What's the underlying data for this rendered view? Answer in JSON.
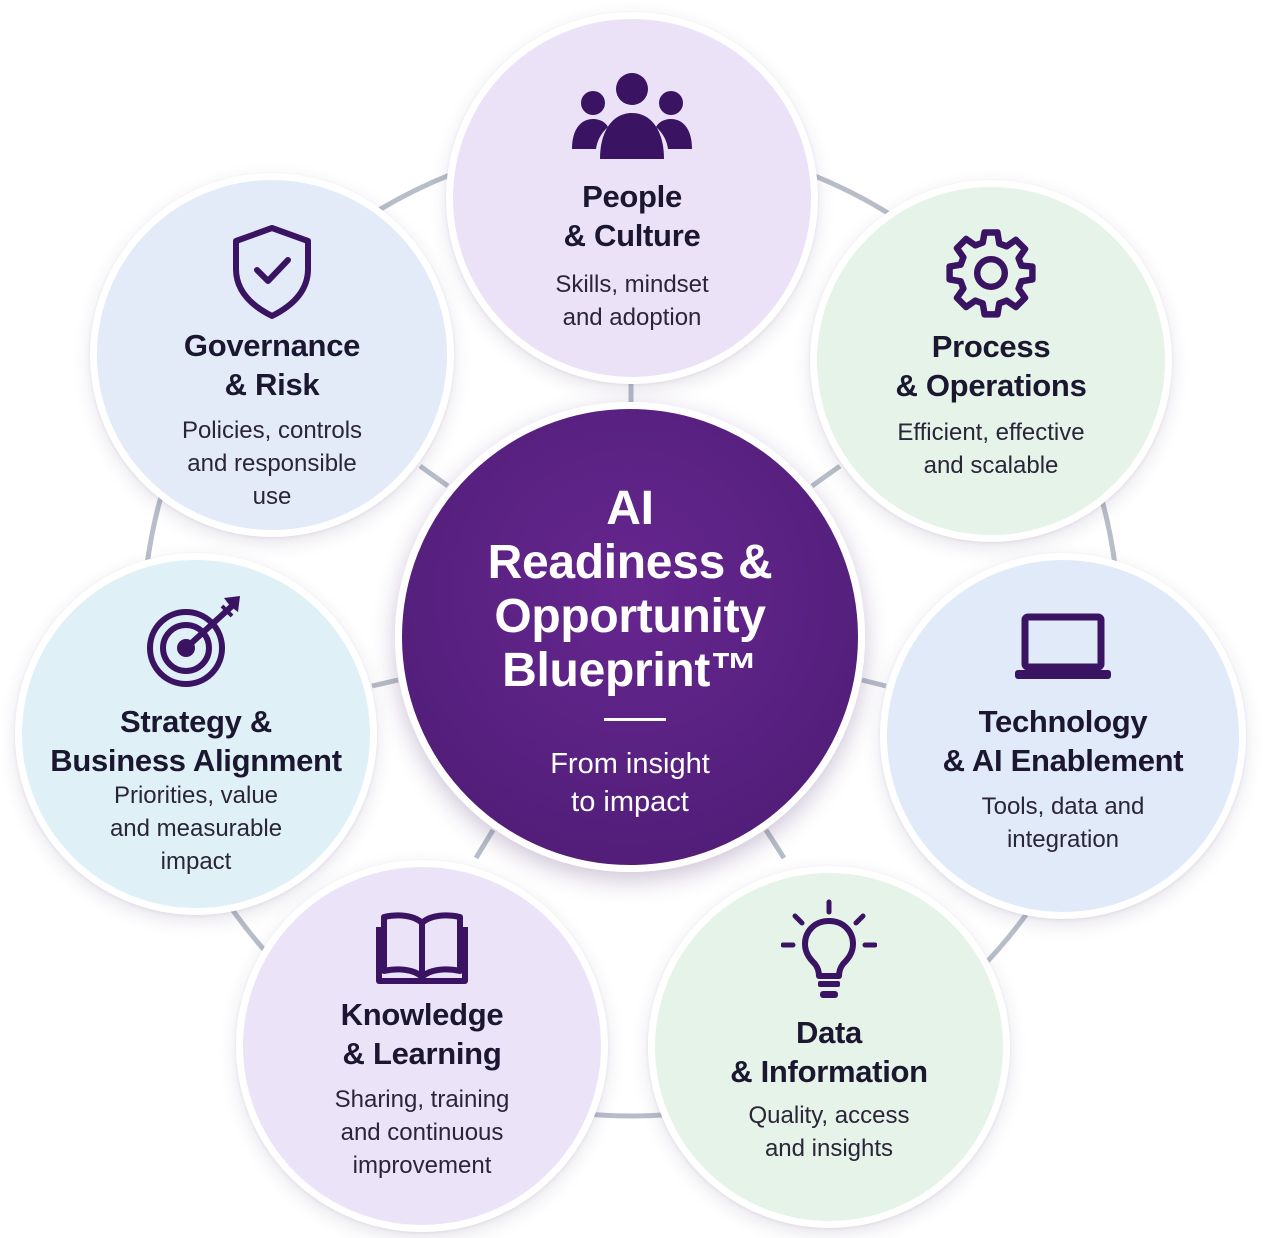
{
  "hub": {
    "title_lines": [
      "AI",
      "Readiness &",
      "Opportunity",
      "Blueprint™"
    ],
    "subtitle_lines": [
      "From insight",
      "to impact"
    ],
    "color": "#56207e"
  },
  "pillars": {
    "people": {
      "icon": "people-group-icon",
      "title_lines": [
        "People",
        "& Culture"
      ],
      "desc_lines": [
        "Skills, mindset",
        "and adoption"
      ],
      "color": "#ebe2f8"
    },
    "process": {
      "icon": "gear-icon",
      "title_lines": [
        "Process",
        "& Operations"
      ],
      "desc_lines": [
        "Efficient, effective",
        "and scalable"
      ],
      "color": "#e5f3e8"
    },
    "technology": {
      "icon": "laptop-icon",
      "title_lines": [
        "Technology",
        "& AI Enablement"
      ],
      "desc_lines": [
        "Tools, data and",
        "integration"
      ],
      "color": "#e1eaf9"
    },
    "data": {
      "icon": "lightbulb-icon",
      "title_lines": [
        "Data",
        "& Information"
      ],
      "desc_lines": [
        "Quality, access",
        "and insights"
      ],
      "color": "#e5f3e8"
    },
    "knowledge": {
      "icon": "open-book-icon",
      "title_lines": [
        "Knowledge",
        "& Learning"
      ],
      "desc_lines": [
        "Sharing, training",
        "and continuous",
        "improvement"
      ],
      "color": "#ebe4f8"
    },
    "strategy": {
      "icon": "target-arrow-icon",
      "title_lines": [
        "Strategy &",
        "Business Alignment"
      ],
      "desc_lines": [
        "Priorities, value",
        "and measurable",
        "impact"
      ],
      "color": "#dff1f6"
    },
    "governance": {
      "icon": "shield-check-icon",
      "title_lines": [
        "Governance",
        "& Risk"
      ],
      "desc_lines": [
        "Policies, controls",
        "and responsible",
        "use"
      ],
      "color": "#e3ebf9"
    }
  },
  "colors": {
    "icon": "#3a1363",
    "connector": "#b7bec9",
    "text": "#1c1730"
  }
}
